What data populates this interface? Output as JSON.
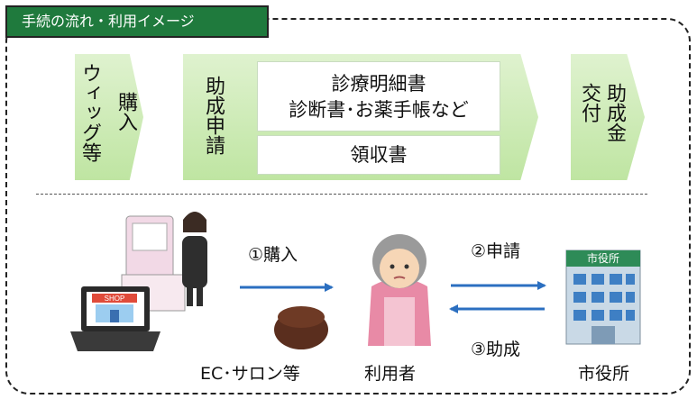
{
  "title": "手続の流れ・利用イメージ",
  "flow": {
    "step1": {
      "col1": "ウィッグ等",
      "col2": "購入"
    },
    "step2": {
      "label": "助成申請",
      "box1_line1": "診療明細書",
      "box1_line2": "診断書･お薬手帳など",
      "box2": "領収書"
    },
    "step3": {
      "col1": "交付",
      "col2": "助成金"
    }
  },
  "actors": {
    "shop": "EC･サロン等",
    "user": "利用者",
    "city": "市役所",
    "city_sign": "市役所"
  },
  "actions": {
    "purchase": "①購入",
    "apply": "②申請",
    "subsidy": "③助成"
  },
  "colors": {
    "title_bg": "#1f7a3d",
    "arrow": "#2b6fc0",
    "chevron": "#bfe5a2"
  }
}
